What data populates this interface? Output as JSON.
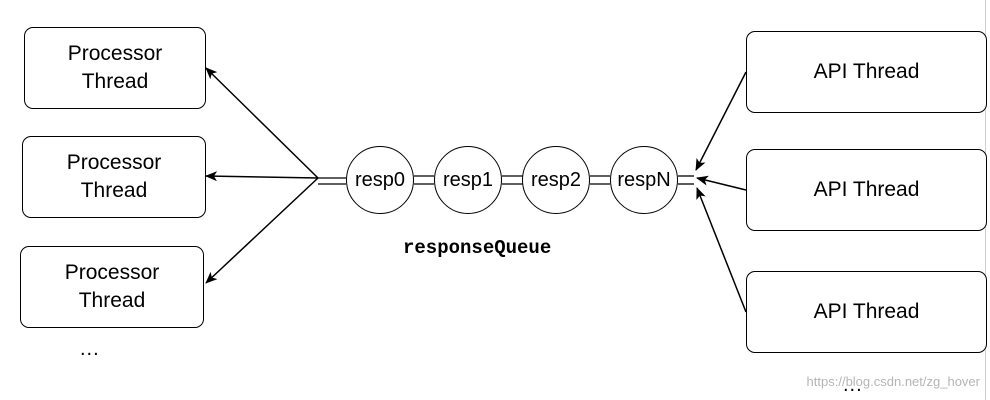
{
  "processor_threads": [
    {
      "line1": "Processor",
      "line2": "Thread"
    },
    {
      "line1": "Processor",
      "line2": "Thread"
    },
    {
      "line1": "Processor",
      "line2": "Thread"
    }
  ],
  "processor_ellipsis": "...",
  "api_threads": [
    {
      "label": "API Thread"
    },
    {
      "label": "API Thread"
    },
    {
      "label": "API Thread"
    }
  ],
  "api_ellipsis": "...",
  "queue_nodes": [
    {
      "label": "resp0"
    },
    {
      "label": "resp1"
    },
    {
      "label": "resp2"
    },
    {
      "label": "respN"
    }
  ],
  "queue_label": "responseQueue",
  "watermark": "https://blog.csdn.net/zg_hover"
}
